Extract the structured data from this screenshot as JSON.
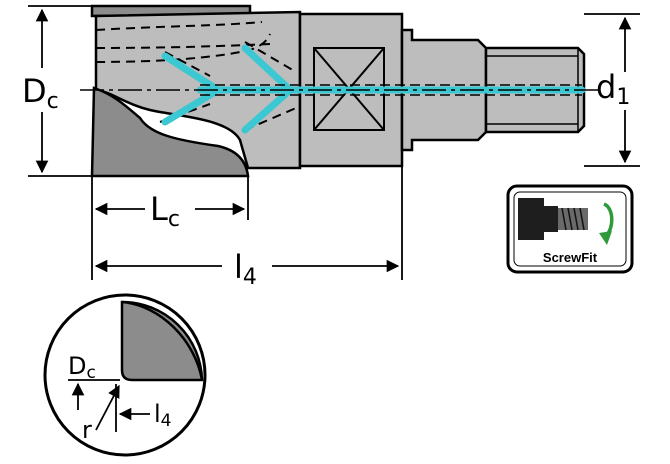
{
  "main_view": {
    "dc": {
      "main": "D",
      "sub": "c"
    },
    "d1": {
      "main": "d",
      "sub": "1"
    },
    "lc": {
      "main": "L",
      "sub": "c"
    },
    "l4": {
      "main": "l",
      "sub": "4"
    }
  },
  "badge": {
    "label": "ScrewFit",
    "icon": "screwfit-icon"
  },
  "detail_view": {
    "dc": {
      "main": "D",
      "sub": "c"
    },
    "r": "r",
    "l4": {
      "main": "l",
      "sub": "4"
    }
  },
  "colors": {
    "body": "#bdbdbd",
    "insert": "#8c8c8c",
    "coolant": "#3cc8d2",
    "line": "#000000",
    "arrow_green": "#2e9a3a"
  }
}
